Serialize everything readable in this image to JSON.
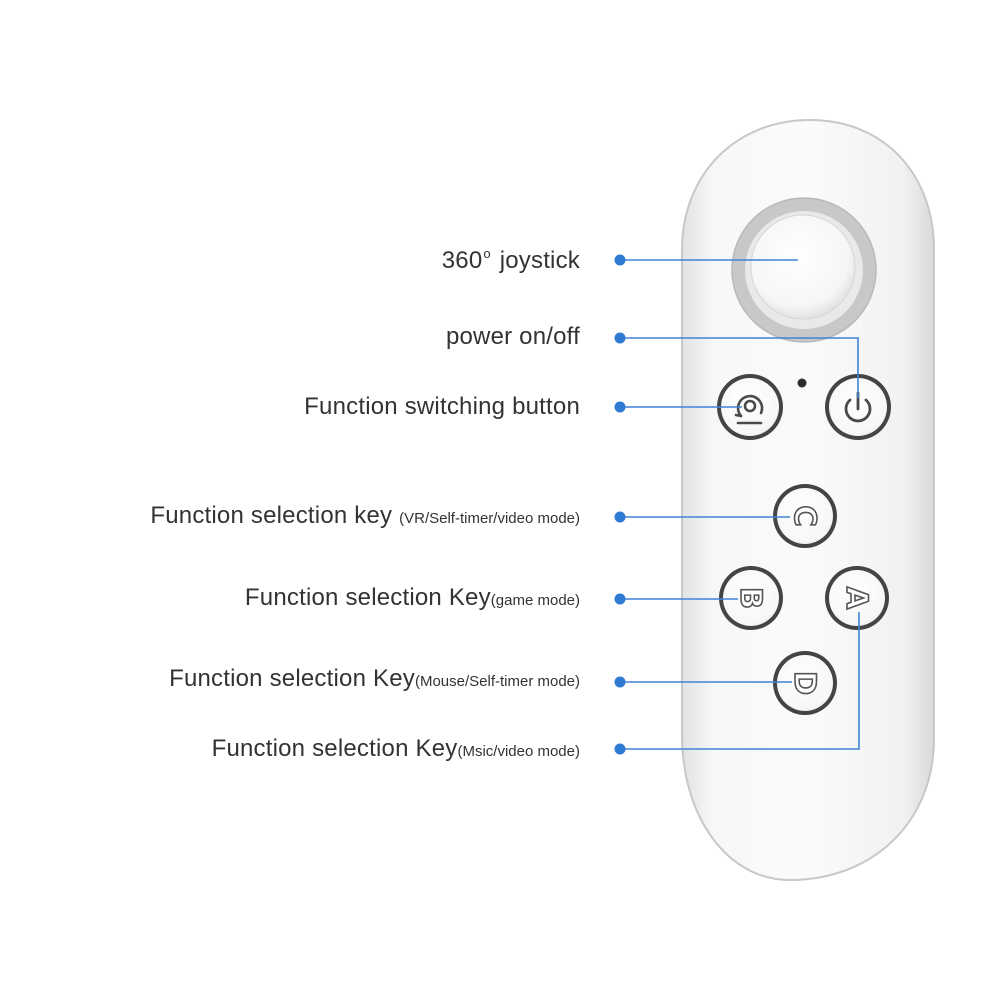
{
  "colors": {
    "callout_line": "#3f84d6",
    "callout_dot": "#2f7ad3",
    "label_text": "#333333",
    "remote_body": "#f4f4f4",
    "joystick_ring": "#c6c6c6"
  },
  "callouts": [
    {
      "id": "joystick",
      "main": "360",
      "degree_symbol": "o",
      "suffix": " joystick",
      "sub": ""
    },
    {
      "id": "power",
      "main": "power on/off",
      "sub": ""
    },
    {
      "id": "function-switch",
      "main": "Function switching button",
      "sub": ""
    },
    {
      "id": "key-c",
      "main": "Function selection key ",
      "sub": "(VR/Self-timer/video mode)"
    },
    {
      "id": "key-b",
      "main": "Function selection Key",
      "sub": "(game mode)"
    },
    {
      "id": "key-d",
      "main": "Function selection Key",
      "sub": "(Mouse/Self-timer mode)"
    },
    {
      "id": "key-a",
      "main": "Function selection Key",
      "sub": "(Msic/video mode)"
    }
  ],
  "buttons": {
    "c": "C",
    "b": "B",
    "a": "A",
    "d": "D",
    "function_switch_icon": "function-switch-icon",
    "power_icon": "power-icon"
  }
}
